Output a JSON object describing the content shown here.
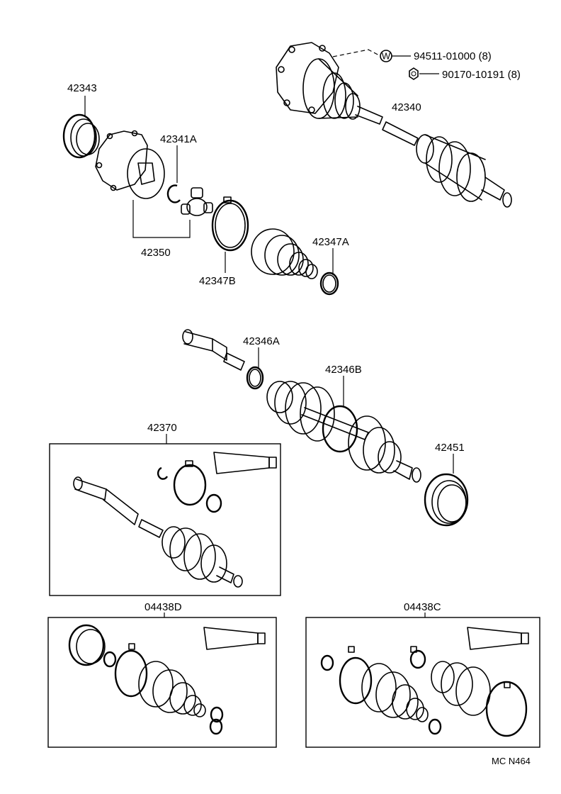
{
  "labels": {
    "p42343": "42343",
    "p42341A": "42341A",
    "p42350": "42350",
    "p42347B": "42347B",
    "p42347A": "42347A",
    "p42340": "42340",
    "p94511": "94511-01000 (8)",
    "p90170": "90170-10191 (8)",
    "p42346A": "42346A",
    "p42346B": "42346B",
    "p42451": "42451",
    "p42370": "42370",
    "p04438D": "04438D",
    "p04438C": "04438C",
    "washer_symbol": "W",
    "figure_code": "MC N464"
  }
}
